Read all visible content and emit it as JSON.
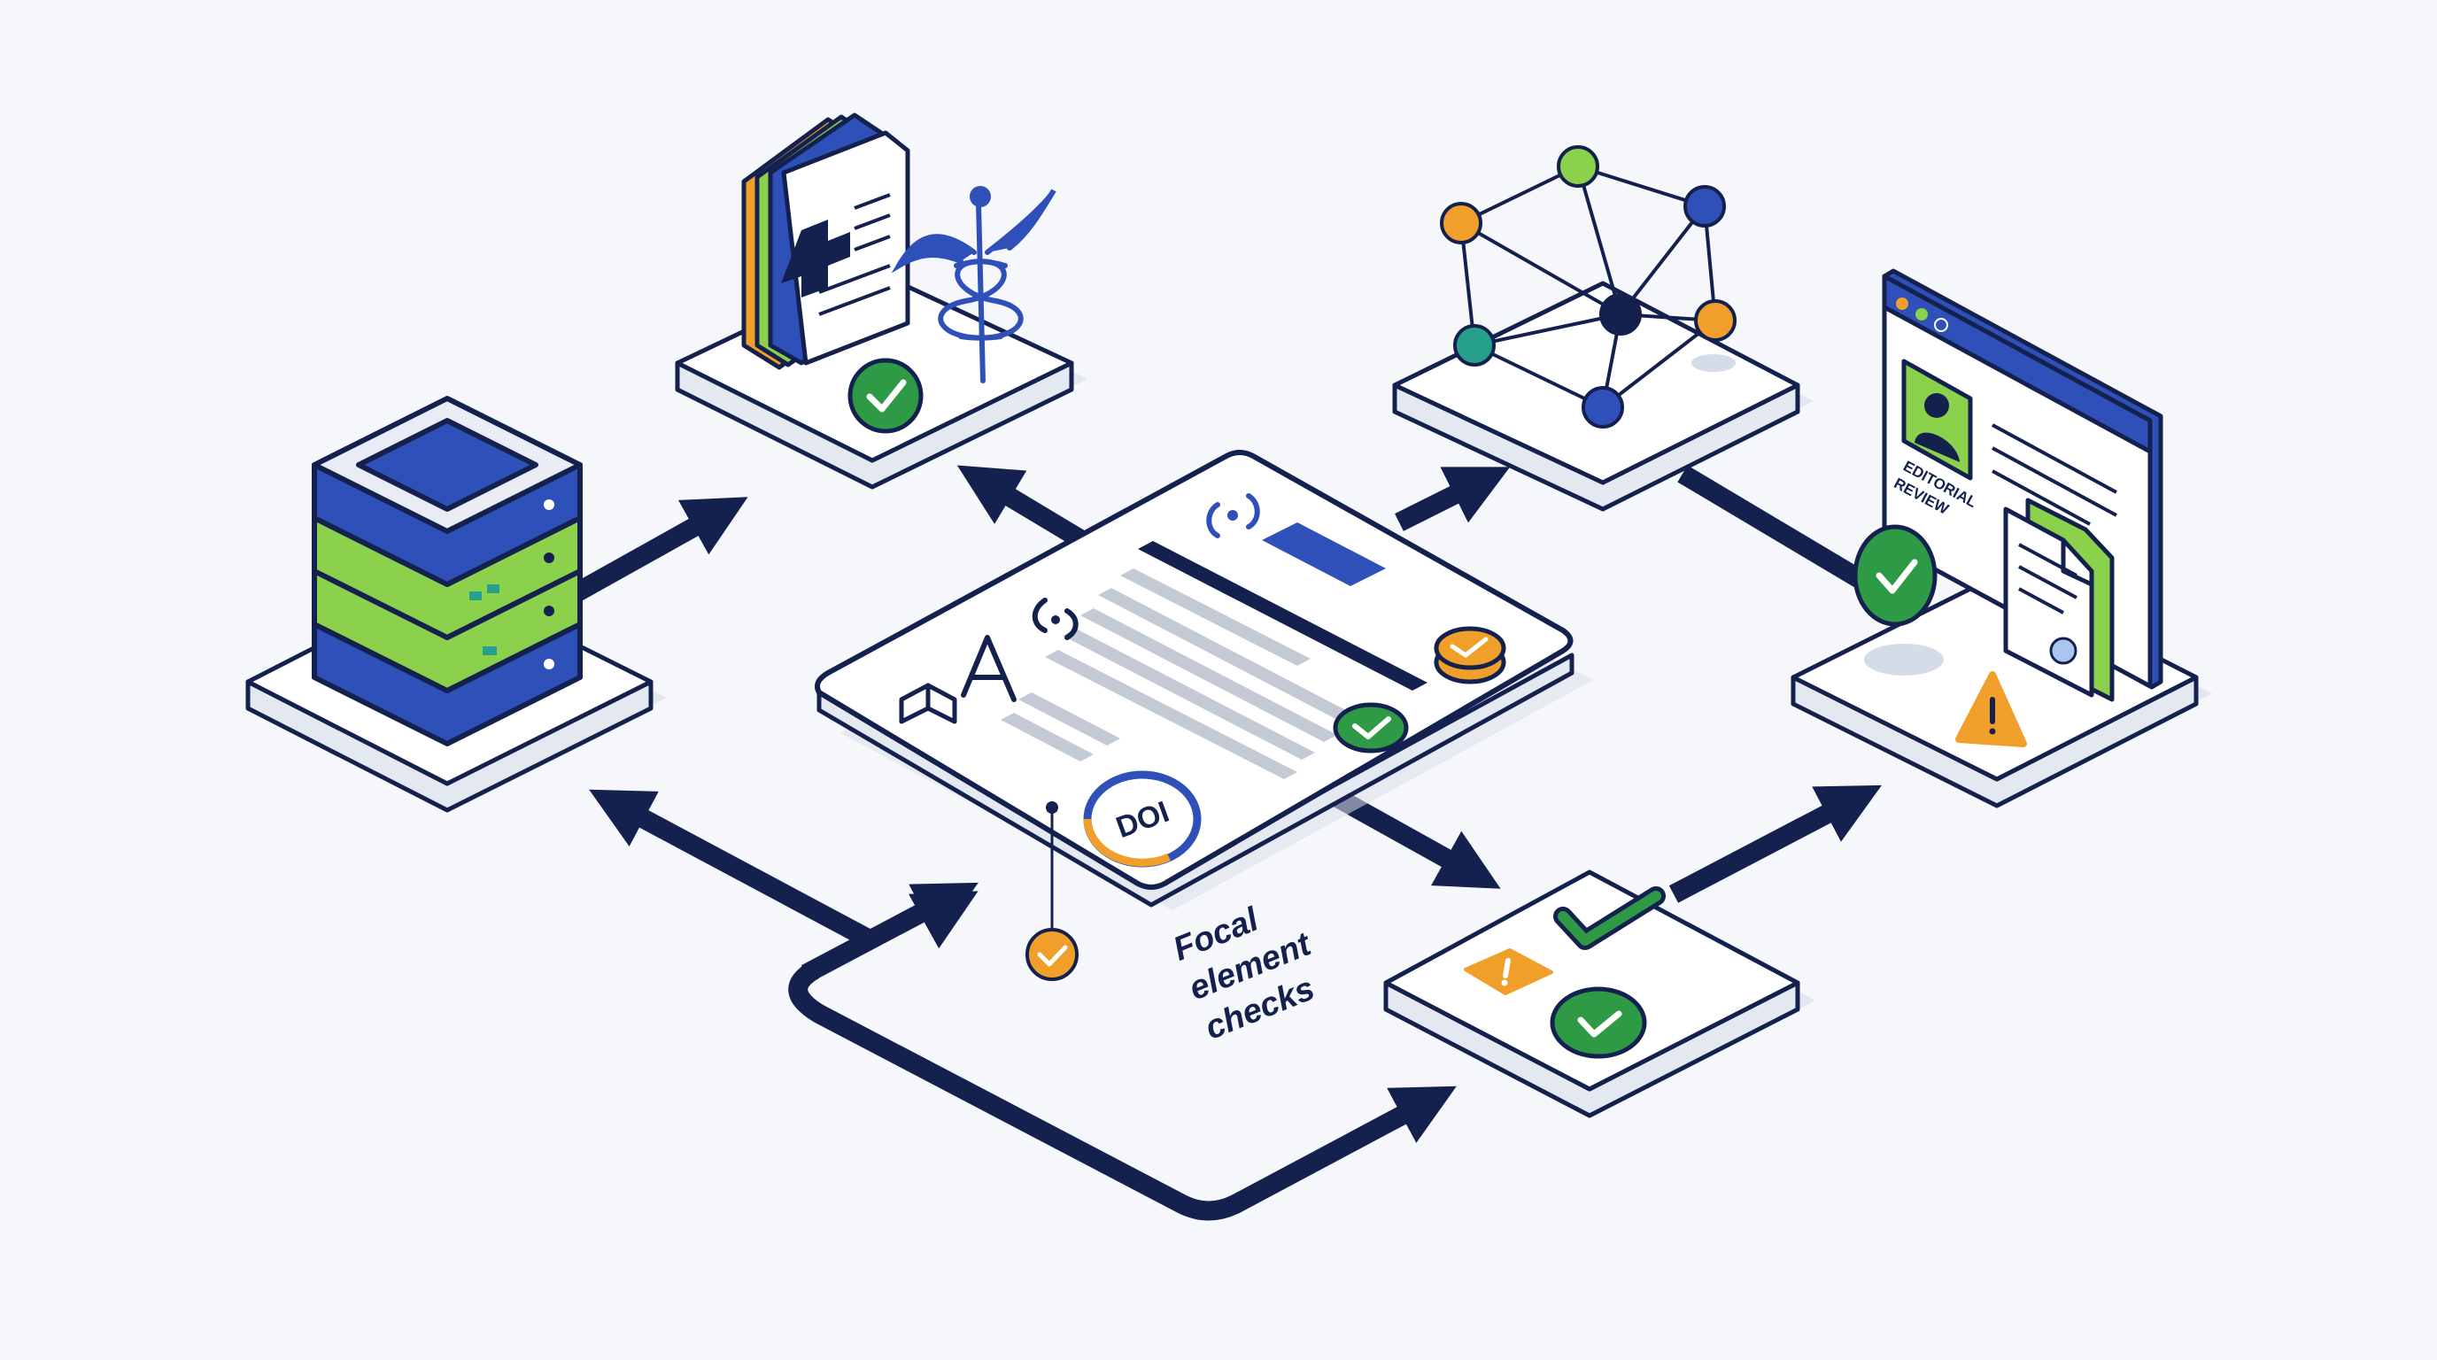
{
  "caption": {
    "lines": [
      "Focal",
      "element",
      "checks"
    ]
  },
  "doi_badge": "DOI",
  "browser_label": {
    "lines": [
      "EDITORIAL",
      "REVIEW"
    ]
  },
  "icons": [
    "database-server-icon",
    "medical-records-icon",
    "caduceus-icon",
    "knowledge-graph-icon",
    "manuscript-document-icon",
    "doi-badge-icon",
    "editorial-review-browser-icon",
    "warning-icon",
    "checkmark-icon"
  ],
  "colors": {
    "navy": "#14214f",
    "blue": "#2f50b8",
    "green": "#8bd14b",
    "check_green": "#2f9a46",
    "orange": "#f0a02a",
    "teal": "#27a08a",
    "platform": "#ffffff"
  }
}
